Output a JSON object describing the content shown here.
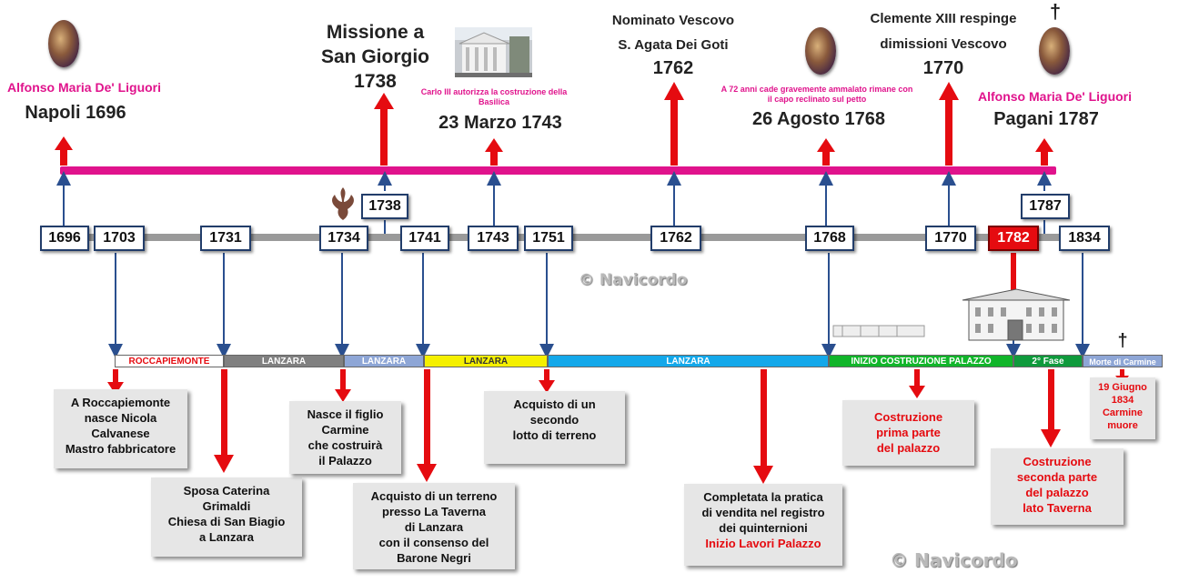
{
  "top_events": [
    {
      "name": "Alfonso Maria De' Liguori",
      "label": "Napoli  1696"
    },
    {
      "title": "Missione  a",
      "title2": "San Giorgio",
      "year": "1738"
    },
    {
      "caption": "Carlo III autorizza la costruzione della Basilica",
      "label": "23 Marzo 1743"
    },
    {
      "title": "Nominato Vescovo",
      "title2": "S. Agata Dei Goti",
      "year": "1762"
    },
    {
      "caption": "A 72 anni cade gravemente ammalato rimane  con il capo reclinato sul petto",
      "label": "26 Agosto 1768"
    },
    {
      "title": "Clemente XIII respinge",
      "title2": "dimissioni  Vescovo",
      "year": "1770"
    },
    {
      "name": "Alfonso Maria De' Liguori",
      "label": "Pagani  1787",
      "cross": "†"
    }
  ],
  "top_years": [
    "1738",
    "1787"
  ],
  "axis_years": [
    "1696",
    "1703",
    "1731",
    "1734",
    "1741",
    "1743",
    "1751",
    "1762",
    "1768",
    "1770",
    "1782",
    "1834"
  ],
  "highlight_year": "1782",
  "highlight_color": "#e50b10",
  "segments": [
    {
      "label": "ROCCAPIEMONTE",
      "color": "#ffffff",
      "text": "#e50b10"
    },
    {
      "label": "LANZARA",
      "color": "#808080",
      "text": "#ffffff"
    },
    {
      "label": "LANZARA",
      "color": "#8ea6d6",
      "text": "#ffffff"
    },
    {
      "label": "LANZARA",
      "color": "#f5f000",
      "text": "#333333"
    },
    {
      "label": "LANZARA",
      "color": "#14a8ea",
      "text": "#ffffff"
    },
    {
      "label": "INIZIO  COSTRUZIONE  PALAZZO",
      "color": "#11b52a",
      "text": "#ffffff"
    },
    {
      "label": "2° Fase",
      "color": "#0f9a3c",
      "text": "#ffffff"
    },
    {
      "label": "Morte di Carmine",
      "color": "#8ea6d6",
      "text": "#ffffff"
    }
  ],
  "notes": {
    "n1": [
      "A Roccapiemonte",
      "nasce Nicola",
      "Calvanese",
      "Mastro fabbricatore"
    ],
    "n2": [
      "Sposa Caterina",
      "Grimaldi",
      "Chiesa di San Biagio",
      "a Lanzara"
    ],
    "n3": [
      "Nasce il figlio",
      "Carmine",
      "che costruirà",
      "il Palazzo"
    ],
    "n4": [
      "Acquisto di un terreno",
      "presso La Taverna",
      "di Lanzara",
      "con il consenso del",
      "Barone Negri"
    ],
    "n5": [
      "Acquisto di un",
      "secondo",
      "lotto di terreno"
    ],
    "n6": [
      "Completata la pratica",
      "di vendita nel registro",
      "dei quinternioni"
    ],
    "n6_red": "Inizio Lavori Palazzo",
    "n7": [
      "Costruzione",
      "prima parte",
      "del palazzo"
    ],
    "n8": [
      "Costruzione",
      "seconda parte",
      "del palazzo",
      "lato Taverna"
    ],
    "n9": [
      "19 Giugno",
      "1834",
      "Carmine",
      "muore"
    ],
    "n9_cross": "†"
  },
  "watermark": "© Navicordo",
  "colors": {
    "pink_bar": "#e0138c",
    "arrow_red": "#e50b10",
    "arrow_blue": "#2a4f8f",
    "axis_gray": "#9a9a9a"
  }
}
